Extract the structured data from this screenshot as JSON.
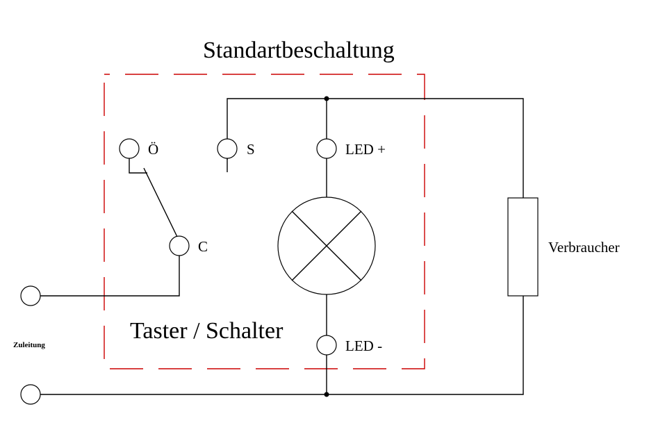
{
  "title": "Standartbeschaltung",
  "box_label": "Taster / Schalter",
  "terminals": {
    "oe": "Ö",
    "s": "S",
    "c": "C",
    "led_plus": "LED +",
    "led_minus": "LED -"
  },
  "load_label": "Verbraucher",
  "supply_label": "Zuleitung",
  "colors": {
    "wire": "#000000",
    "box_border": "#cc0000",
    "background": "#ffffff"
  }
}
